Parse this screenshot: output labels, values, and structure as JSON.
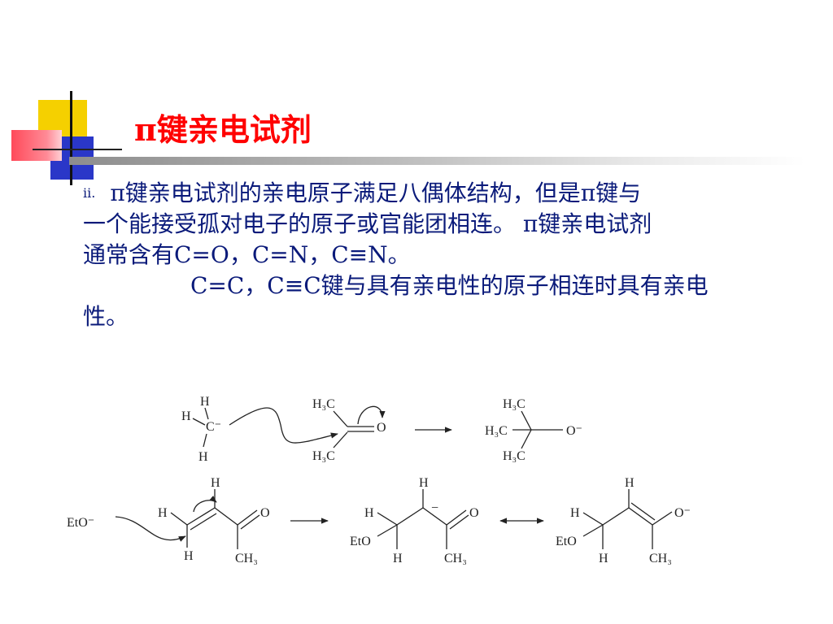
{
  "title": "π键亲电试剂",
  "body": {
    "marker": "ii.",
    "line1": "π键亲电试剂的亲电原子满足八偶体结构，但是π键与",
    "line2": "一个能接受孤对电子的原子或官能团相连。 π键亲电试剂",
    "line3": "通常含有C=O，C=N，C≡N。",
    "line4": "C=C，C≡C键与具有亲电性的原子相连时具有亲电",
    "line5": "性。"
  },
  "figure": {
    "reaction1": {
      "reactant1": {
        "H_top": "H",
        "H_left": "H",
        "center": "C⁻",
        "H_bottom": "H"
      },
      "reactant2": {
        "top": "H₃C",
        "bottom": "H₃C",
        "atom": "O"
      },
      "product": {
        "top": "H₃C",
        "left": "H₃C",
        "bottom": "H₃C",
        "atom": "O⁻"
      }
    },
    "reaction2": {
      "nucleophile": "EtO⁻",
      "enone": {
        "H_top": "H",
        "H_left": "H",
        "H_bottom": "H",
        "O": "O",
        "CH3": "CH₃"
      },
      "enolate_keto": {
        "H_top": "H",
        "charge": "−",
        "H_left": "H",
        "EtO": "EtO",
        "H_bottom": "H",
        "O": "O",
        "CH3": "CH₃"
      },
      "enolate_enol": {
        "H_top": "H",
        "H_left": "H",
        "EtO": "EtO",
        "H_bottom": "H",
        "O": "O⁻",
        "CH3": "CH₃"
      }
    }
  }
}
